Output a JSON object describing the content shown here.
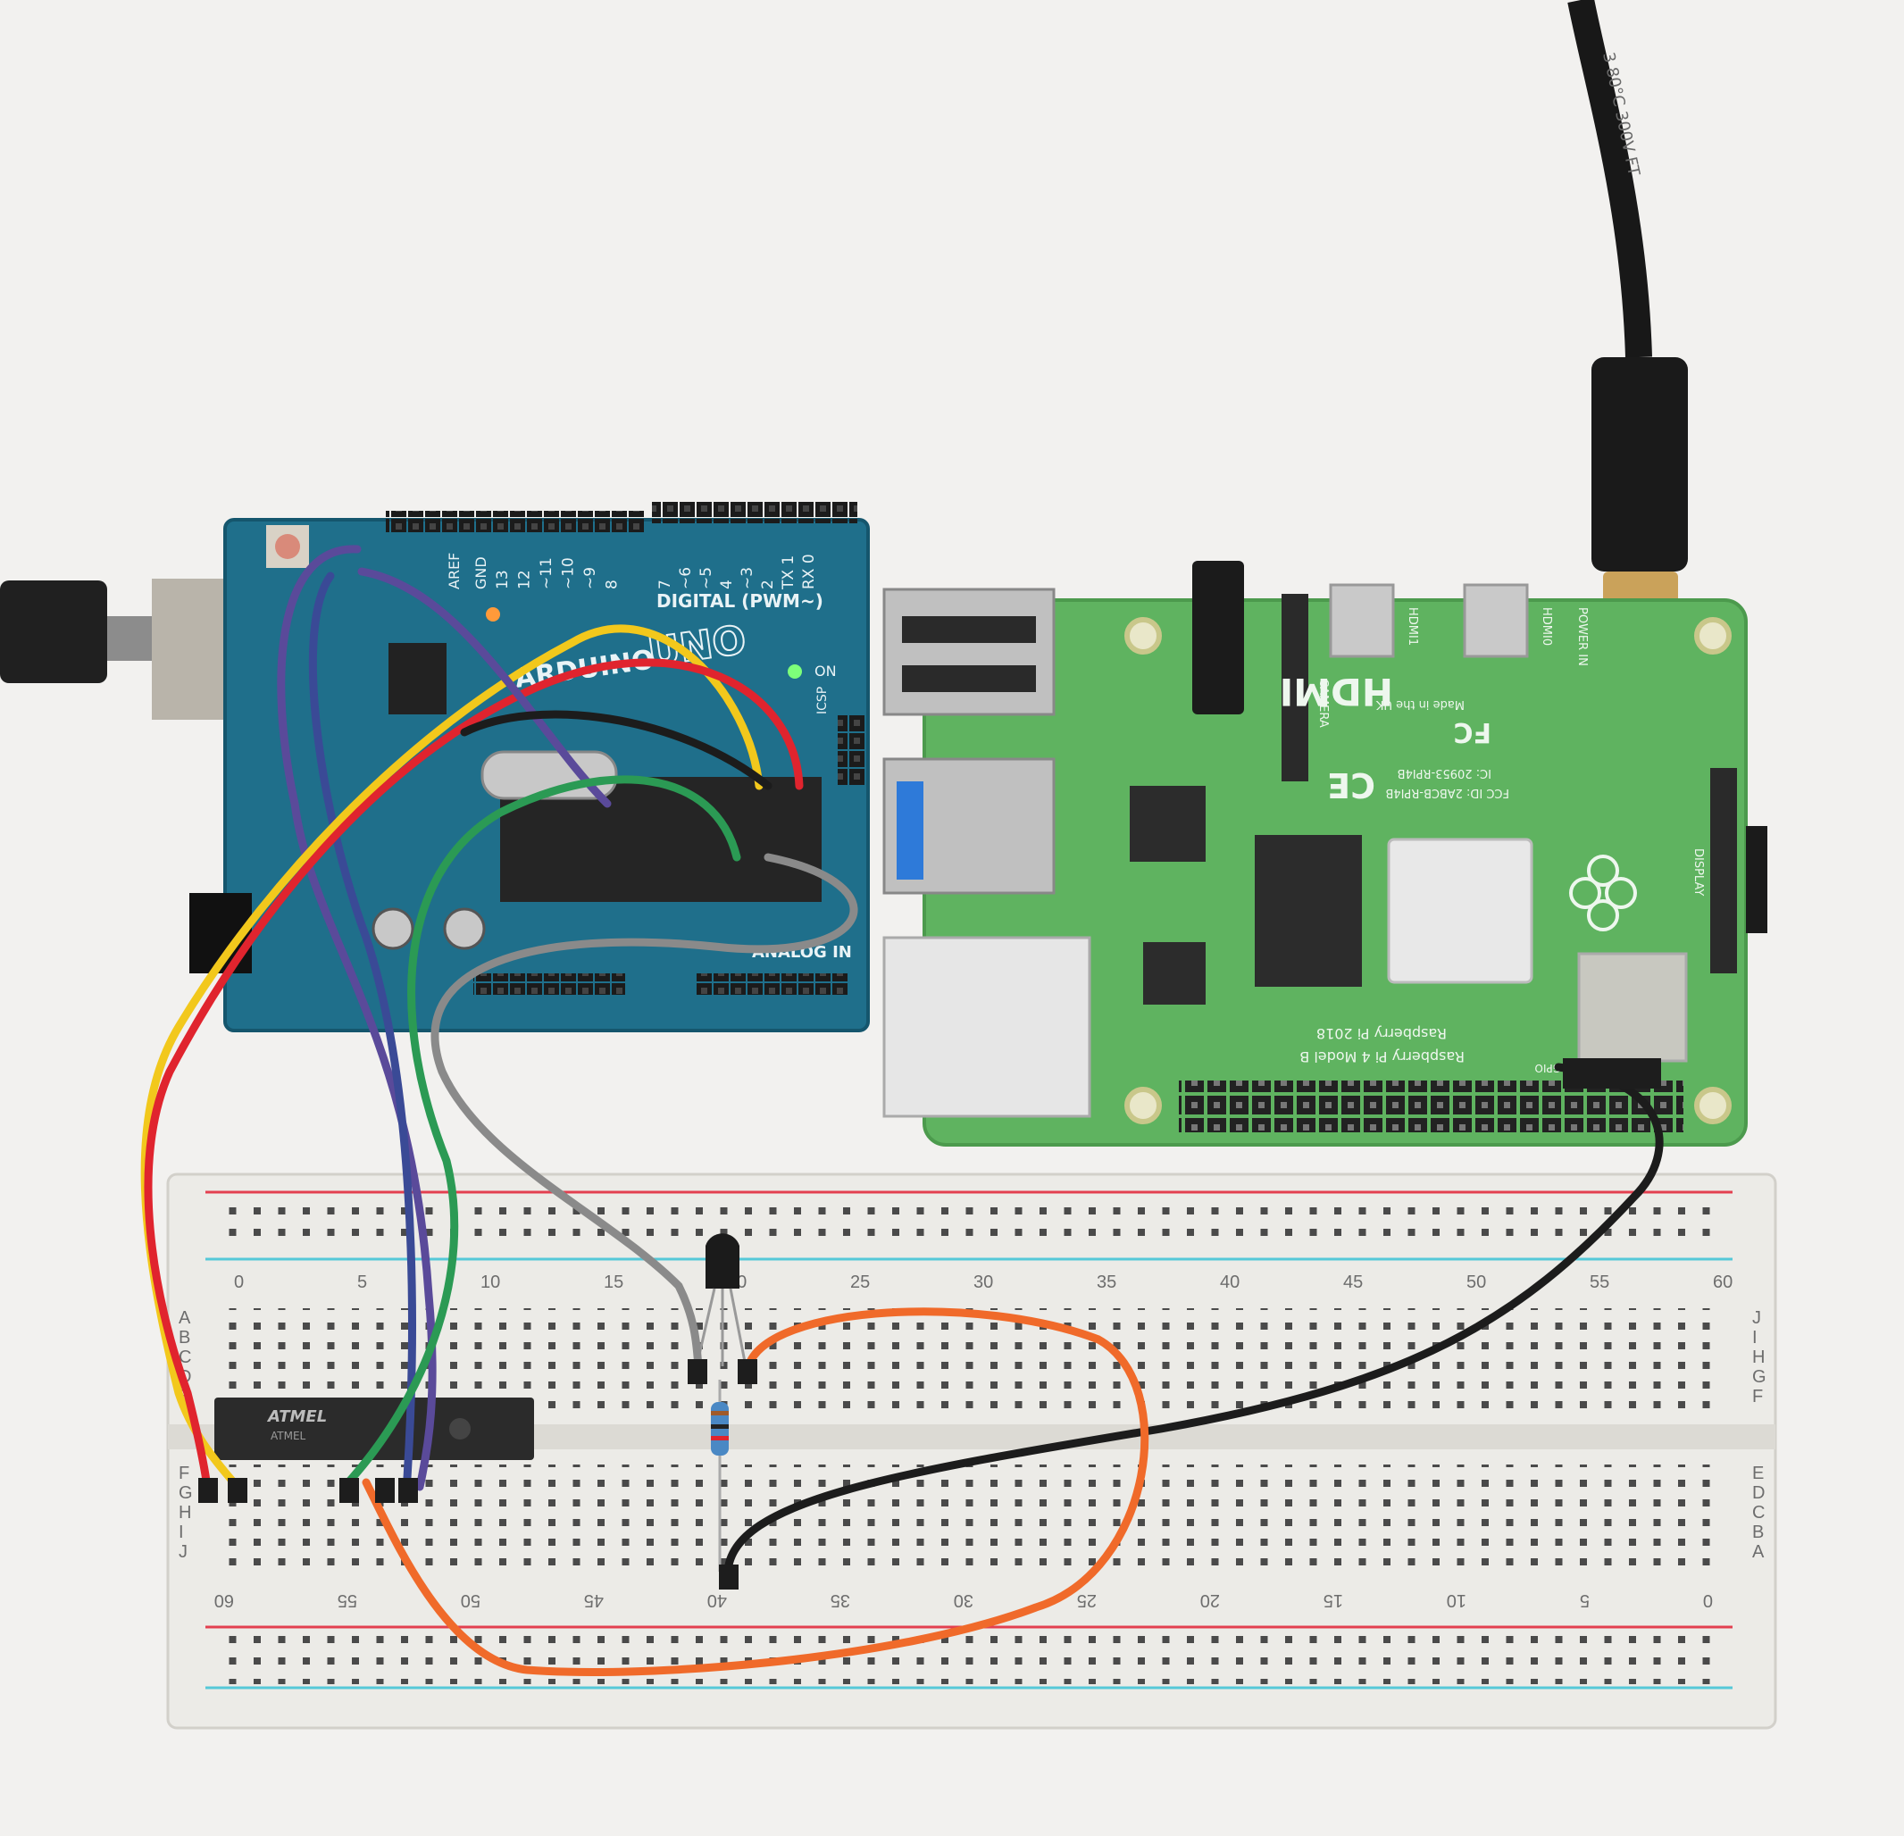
{
  "arduino": {
    "brand": "ARDUINO",
    "model": "UNO",
    "digital_label": "DIGITAL (PWM~)",
    "on_label": "ON",
    "icsp_label": "ICSP",
    "analog_label": "ANALOG IN",
    "aref": "AREF",
    "gnd": "GND",
    "pins": [
      "13",
      "12",
      "~11",
      "~10",
      "~9",
      "8",
      "7",
      "~6",
      "~5",
      "4",
      "~3",
      "2",
      "TX 1",
      "RX 0"
    ],
    "color": "#1f6f8b"
  },
  "raspberry_pi": {
    "hdmi_logo": "HDMI",
    "port_hdmi0": "HDMI0",
    "port_hdmi1": "HDMI1",
    "power_in": "POWER IN",
    "camera": "CAMERA",
    "display": "DISPLAY",
    "made_in": "Made in the UK",
    "ce_mark": "CE",
    "fcc_mark": "FC",
    "fcc_id": "FCC ID: 2ABCB-RPI4B",
    "ic_id": "IC: 20953-RPI4B",
    "copyright": "Raspberry Pi 2018",
    "model": "Raspberry Pi 4 Model B",
    "gpio_label": "GPIO",
    "color": "#5fb360"
  },
  "cable": {
    "text": "3 80°C 300V FT"
  },
  "chip": {
    "brand": "ATMEL",
    "brand2": "ATMEL"
  },
  "breadboard": {
    "top_numbers": [
      "0",
      "5",
      "10",
      "15",
      "20",
      "25",
      "30",
      "35",
      "40",
      "45",
      "50",
      "55",
      "60"
    ],
    "bottom_numbers": [
      "60",
      "55",
      "50",
      "45",
      "40",
      "35",
      "30",
      "25",
      "20",
      "15",
      "10",
      "5",
      "0"
    ],
    "left_letters_top": [
      "A",
      "B",
      "C",
      "D",
      "E"
    ],
    "right_letters_top": [
      "J",
      "I",
      "H",
      "G",
      "F"
    ],
    "left_letters_bottom": [
      "F",
      "G",
      "H",
      "I",
      "J"
    ],
    "right_letters_bottom": [
      "E",
      "D",
      "C",
      "B",
      "A"
    ]
  },
  "wires": {
    "yellow": "#f2c81c",
    "red": "#e0242e",
    "purple": "#5a4a9a",
    "blue": "#3a4a96",
    "green": "#2b9a54",
    "gray": "#8a8a8a",
    "black": "#1c1c1c",
    "orange": "#f06a2a"
  }
}
